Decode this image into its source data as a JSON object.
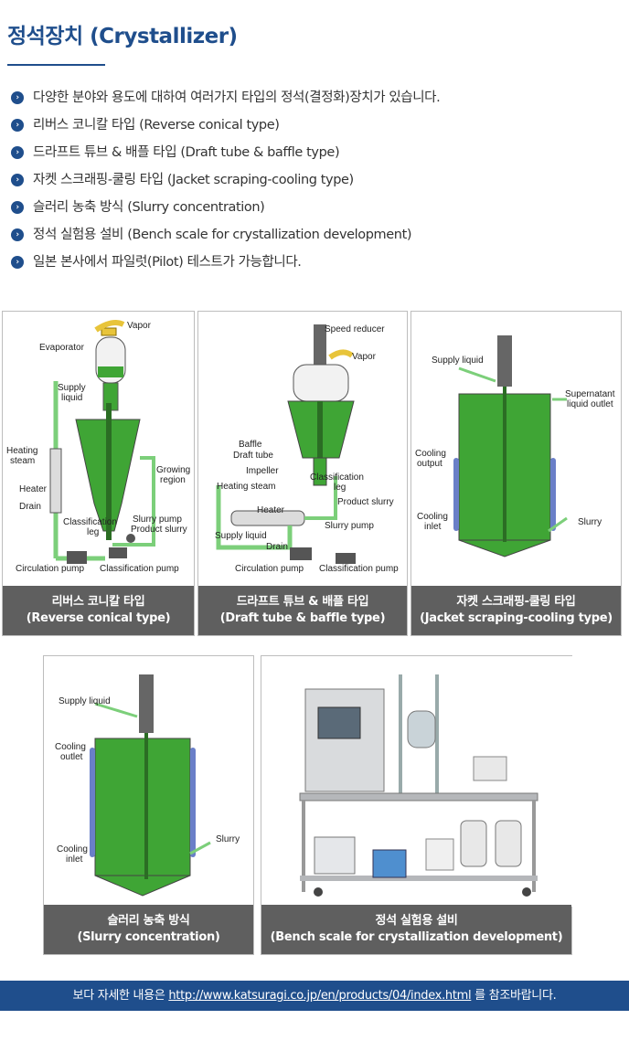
{
  "title": "정석장치 (Crystallizer)",
  "bullets": [
    "다양한 분야와 용도에 대하여 여러가지 타입의 정석(결정화)장치가 있습니다.",
    "리버스 코니칼 타입 (Reverse conical type)",
    "드라프트 튜브 & 배플 타입 (Draft tube & baffle type)",
    "자켓 스크래핑-쿨링 타입 (Jacket scraping-cooling type)",
    "슬러리 농축 방식 (Slurry concentration)",
    "정석 실험용 설비 (Bench scale for crystallization development)",
    "일본 본사에서 파일럿(Pilot) 테스트가 가능합니다."
  ],
  "cards": [
    {
      "caption_ko": "리버스 코니칼 타입",
      "caption_en": "(Reverse conical type)",
      "labels": {
        "vapor": "Vapor",
        "evaporator": "Evaporator",
        "supply": "Supply",
        "liquid": "liquid",
        "heating": "Heating",
        "steam": "steam",
        "heater": "Heater",
        "drain": "Drain",
        "growing": "Growing",
        "region": "region",
        "classification": "Classification",
        "leg": "leg",
        "slurry_pump": "Slurry pump",
        "product_slurry": "Product slurry",
        "circulation_pump": "Circulation pump",
        "classification_pump": "Classification pump"
      }
    },
    {
      "caption_ko": "드라프트 튜브 & 배플 타입",
      "caption_en": "(Draft tube & baffle type)",
      "labels": {
        "speed_reducer": "Speed reducer",
        "vapor": "Vapor",
        "baffle": "Baffle",
        "draft_tube": "Draft tube",
        "impeller": "Impeller",
        "heating_steam": "Heating steam",
        "classification": "Classification",
        "leg": "leg",
        "product_slurry": "Product slurry",
        "heater": "Heater",
        "slurry_pump": "Slurry pump",
        "supply_liquid": "Supply liquid",
        "drain": "Drain",
        "circulation_pump": "Circulation pump",
        "classification_pump": "Classification pump"
      }
    },
    {
      "caption_ko": "자켓 스크래핑-쿨링 타입",
      "caption_en": "(Jacket scraping-cooling type)",
      "labels": {
        "supply_liquid": "Supply liquid",
        "supernatant": "Supernatant",
        "liquid_outlet": "liquid outlet",
        "cooling": "Cooling",
        "output": "output",
        "inlet": "inlet",
        "slurry": "Slurry"
      }
    },
    {
      "caption_ko": "슬러리 농축 방식",
      "caption_en": "(Slurry concentration)",
      "labels": {
        "supply_liquid": "Supply liquid",
        "cooling": "Cooling",
        "outlet": "outlet",
        "inlet": "inlet",
        "slurry": "Slurry"
      }
    },
    {
      "caption_ko": "정석 실험용 설비",
      "caption_en": "(Bench scale for crystallization development)"
    }
  ],
  "footer": {
    "prefix": "보다 자세한 내용은 ",
    "link": "http://www.katsuragi.co.jp/en/products/04/index.html",
    "suffix": " 를 참조바랍니다."
  },
  "colors": {
    "brand_blue": "#1f4e8c",
    "caption_gray": "#5f5f5f",
    "slurry_green": "#3fa535"
  },
  "icons": {
    "bullet": "chevron-right-circle-icon"
  }
}
